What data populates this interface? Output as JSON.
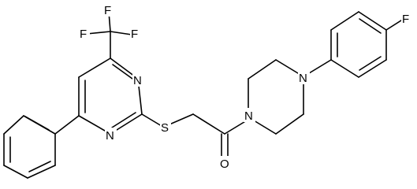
{
  "atoms": {
    "f1": "F",
    "f2": "F",
    "f3": "F",
    "n_top": "N",
    "n_bottom": "N",
    "s": "S",
    "o": "O",
    "n_pip_left": "N",
    "n_pip_right": "N",
    "f_aryl": "F"
  },
  "colors": {
    "bond": "#000000",
    "label": "#000000",
    "background": "#ffffff"
  }
}
